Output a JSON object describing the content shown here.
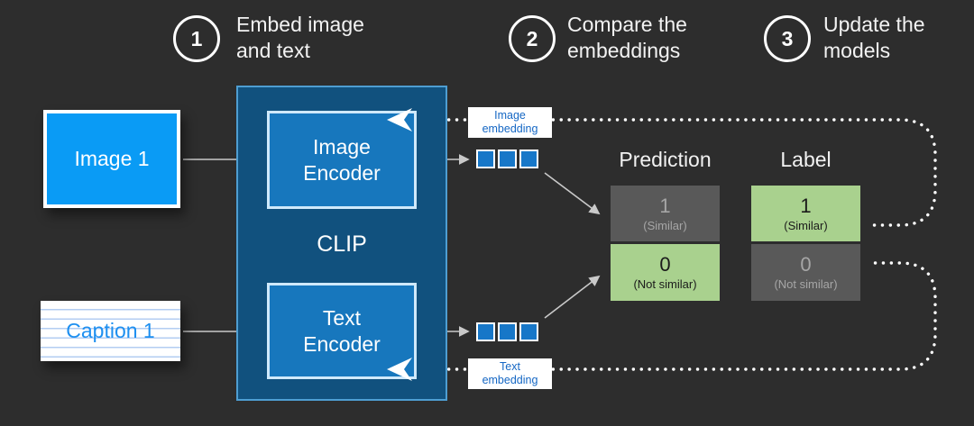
{
  "steps": [
    {
      "number": "1",
      "label": "Embed image\nand text"
    },
    {
      "number": "2",
      "label": "Compare the\nembeddings"
    },
    {
      "number": "3",
      "label": "Update the\nmodels"
    }
  ],
  "inputs": {
    "image_card": "Image 1",
    "caption_card": "Caption 1"
  },
  "clip": {
    "title": "CLIP",
    "image_encoder": "Image\nEncoder",
    "text_encoder": "Text\nEncoder"
  },
  "embeddings": {
    "image_label": "Image\nembedding",
    "text_label": "Text\nembedding"
  },
  "prediction": {
    "title": "Prediction",
    "cells": [
      {
        "value": "1",
        "caption": "(Similar)",
        "variant": "gray"
      },
      {
        "value": "0",
        "caption": "(Not similar)",
        "variant": "green"
      }
    ]
  },
  "label": {
    "title": "Label",
    "cells": [
      {
        "value": "1",
        "caption": "(Similar)",
        "variant": "green"
      },
      {
        "value": "0",
        "caption": "(Not similar)",
        "variant": "gray"
      }
    ]
  },
  "colors": {
    "bg": "#2d2d2d",
    "bright-blue": "#0a9bf5",
    "caption-text": "#1d8ff0",
    "clip-fill": "#11517e",
    "clip-border": "#4e9ed2",
    "encoder-fill": "#1777bd",
    "encoder-border": "#cfe9fb",
    "embed-square": "#1777c8",
    "embed-label-text": "#1567c4",
    "green-cell": "#a9d18e",
    "gray-cell": "#595959",
    "gray-text": "#a6a6a6",
    "connector": "#c9c9c9",
    "dotted": "#ffffff"
  }
}
